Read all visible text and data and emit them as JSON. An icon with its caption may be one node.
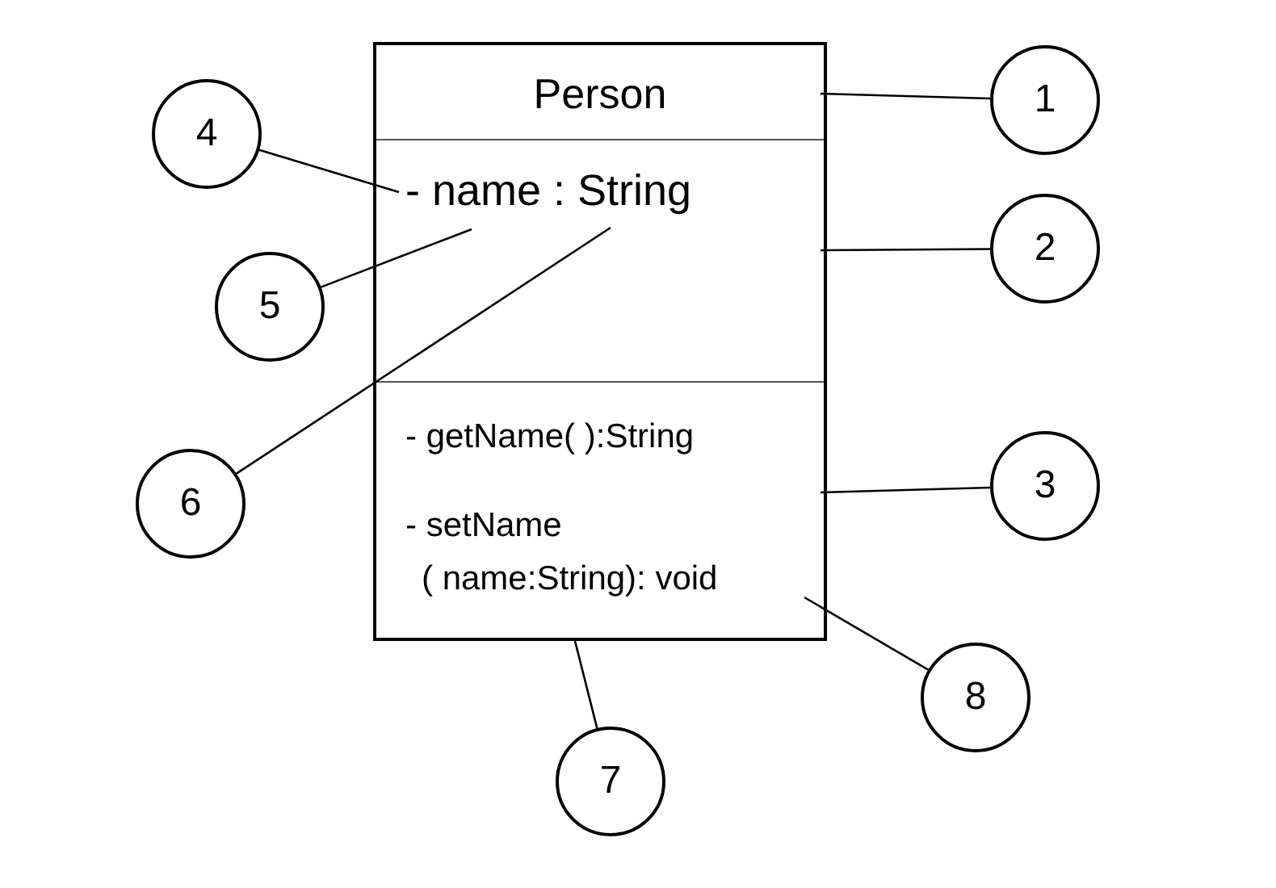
{
  "diagram": {
    "nodes": [
      {
        "text": [],
        "shape": "box"
      },
      {
        "text": [
          "Person"
        ],
        "in": 0
      },
      {
        "text": [
          "- name : String"
        ],
        "in": 0
      },
      {
        "text": [
          "- getName( ):String",
          "- setName ( name:String): void"
        ],
        "in": 0
      },
      {
        "text": [
          "1"
        ]
      },
      {
        "text": [
          "2"
        ]
      },
      {
        "text": [
          "3"
        ]
      },
      {
        "text": [
          "4"
        ]
      },
      {
        "text": [
          "5"
        ]
      },
      {
        "text": [
          "6"
        ]
      },
      {
        "text": [
          "7"
        ]
      },
      {
        "text": [
          "8"
        ]
      }
    ],
    "edges": [
      {
        "from": 4,
        "to": 1,
        "arrow": "none"
      },
      {
        "from": 5,
        "to": 2,
        "arrow": "none"
      },
      {
        "from": 6,
        "to": 3,
        "arrow": "none"
      },
      {
        "from": 7,
        "to": 2,
        "arrow": "none"
      },
      {
        "from": 8,
        "to": 2,
        "arrow": "none"
      },
      {
        "from": 9,
        "to": 2,
        "arrow": "none"
      },
      {
        "from": 10,
        "to": 0,
        "arrow": "none"
      },
      {
        "from": 11,
        "to": 3,
        "arrow": "none"
      }
    ]
  }
}
